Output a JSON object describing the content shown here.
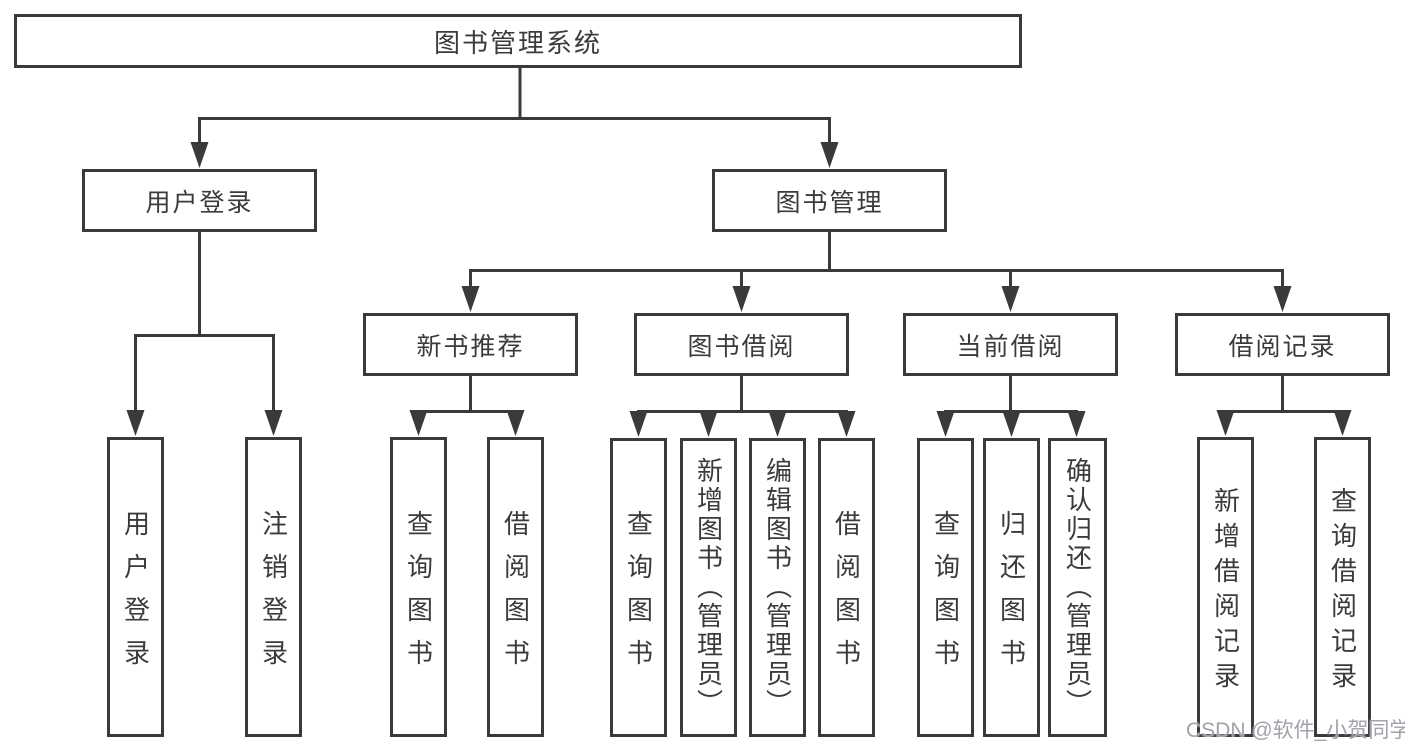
{
  "title": "图书管理系统",
  "watermark": "CSDN @软件_小贺同学",
  "colors": {
    "line": "#3a3a3c",
    "text": "#3b3b3f",
    "watermark": "#a2a2ab",
    "background": "#ffffff"
  },
  "tree": {
    "root": "图书管理系统",
    "branches": [
      {
        "label": "用户登录",
        "children": [
          "用户登录",
          "注销登录"
        ]
      },
      {
        "label": "图书管理",
        "children": [
          {
            "label": "新书推荐",
            "children": [
              "查询图书",
              "借阅图书"
            ]
          },
          {
            "label": "图书借阅",
            "children": [
              "查询图书",
              "新增图书（管理员）",
              "编辑图书（管理员）",
              "借阅图书"
            ]
          },
          {
            "label": "当前借阅",
            "children": [
              "查询图书",
              "归还图书",
              "确认归还（管理员）"
            ]
          },
          {
            "label": "借阅记录",
            "children": [
              "新增借阅记录",
              "查询借阅记录"
            ]
          }
        ]
      }
    ]
  }
}
